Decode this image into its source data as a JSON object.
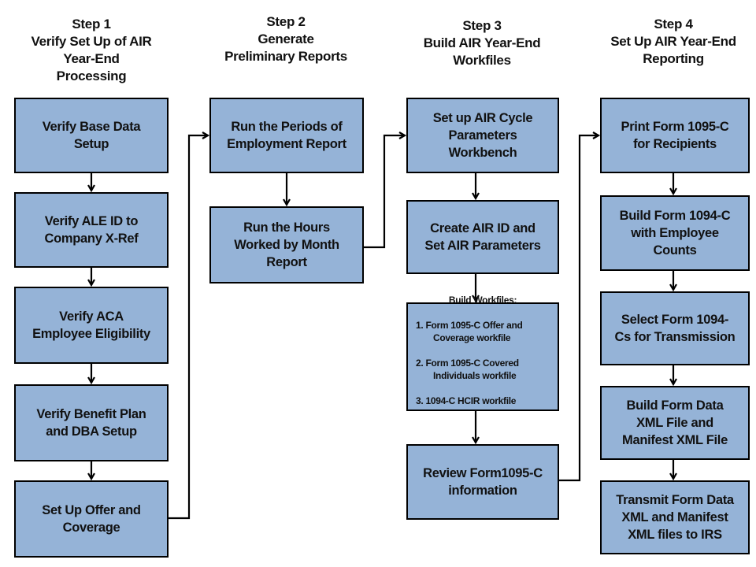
{
  "steps": [
    {
      "title": "Step 1\nVerify Set Up of AIR\nYear-End\nProcessing",
      "boxes": [
        "Verify Base Data\nSetup",
        "Verify ALE ID to\nCompany X-Ref",
        "Verify ACA\nEmployee Eligibility",
        "Verify Benefit Plan\nand DBA Setup",
        "Set Up Offer and\nCoverage"
      ]
    },
    {
      "title": "Step 2\nGenerate\nPreliminary Reports",
      "boxes": [
        "Run the Periods of\nEmployment Report",
        "Run the Hours\nWorked by Month\nReport"
      ]
    },
    {
      "title": "Step 3\nBuild AIR Year-End\nWorkfiles",
      "boxes": [
        "Set up AIR Cycle\nParameters\nWorkbench",
        "Create AIR ID and\nSet AIR Parameters",
        "Review Form1095-C\ninformation"
      ],
      "workfiles": {
        "heading": "Build Workfiles:",
        "items": [
          "1. Form 1095-C Offer and Coverage workfile",
          "2. Form 1095-C Covered Individuals workfile",
          "3. 1094-C HCIR workfile"
        ]
      }
    },
    {
      "title": "Step 4\nSet Up AIR Year-End\nReporting",
      "boxes": [
        "Print  Form 1095-C\nfor Recipients",
        "Build Form 1094-C\nwith Employee\nCounts",
        "Select Form 1094-\nCs for Transmission",
        "Build  Form Data\nXML File and\nManifest XML File",
        "Transmit Form Data\nXML and Manifest\nXML files to IRS"
      ]
    }
  ]
}
